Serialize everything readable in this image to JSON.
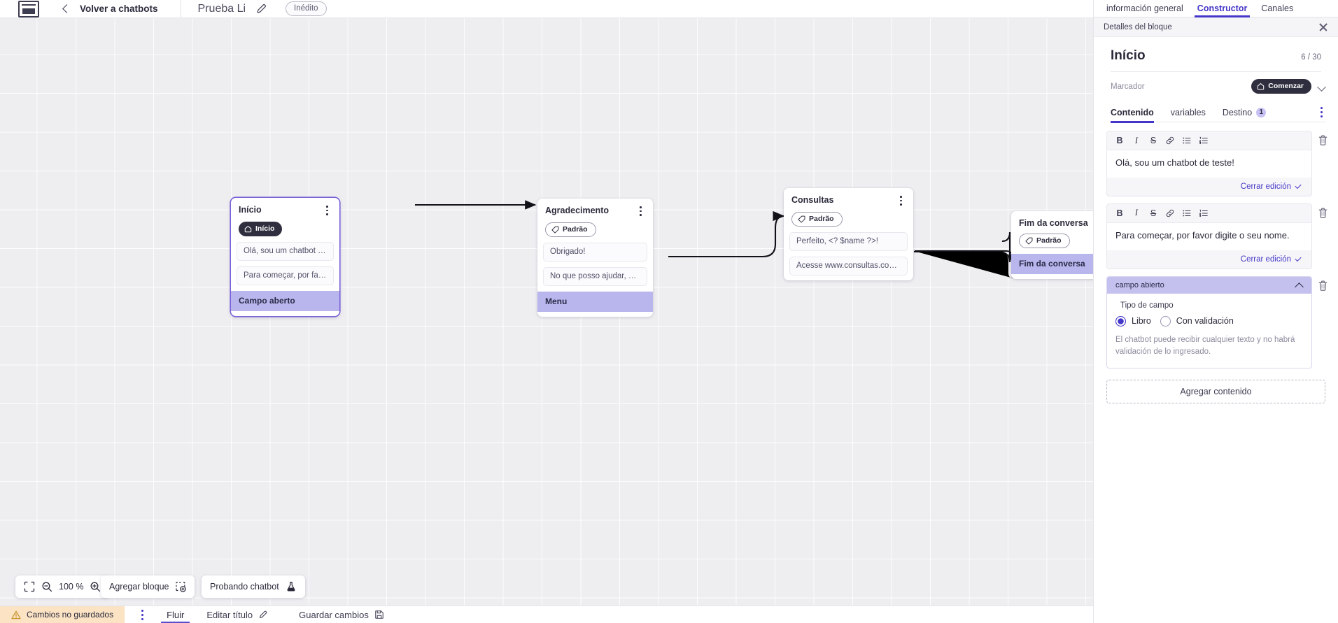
{
  "topbar": {
    "logo_name": "app-logo",
    "back_label": "Volver a chatbots",
    "bot_title": "Prueba Li",
    "status_chip": "Inédito"
  },
  "canvas": {
    "zoom_percent": "100 %",
    "add_block_label": "Agregar bloque",
    "test_bot_label": "Probando chatbot",
    "nodes": [
      {
        "title": "Início",
        "badge": "Início",
        "badge_type": "start",
        "messages": [
          "Olá, sou um chatbot de teste!",
          "Para começar, por favor digite o ..."
        ],
        "field": "Campo aberto",
        "selected": true
      },
      {
        "title": "Agradecimento",
        "badge": "Padrão",
        "badge_type": "default",
        "messages": [
          "Obrigado!",
          "No que posso ajudar, <? $name ..."
        ],
        "field": "Menu",
        "selected": false
      },
      {
        "title": "Consultas",
        "badge": "Padrão",
        "badge_type": "default",
        "messages": [
          "Perfeito, <? $name ?>!",
          "Acesse www.consultas.com par..."
        ],
        "field": null,
        "selected": false
      },
      {
        "title": "Fim da conversa",
        "badge": "Padrão",
        "badge_type": "default",
        "messages": [],
        "field": "Fim da conversa",
        "selected": false
      }
    ]
  },
  "statusbar": {
    "unsaved_label": "Cambios no guardados",
    "items": [
      {
        "label": "Fluir",
        "active": true
      },
      {
        "label": "Editar título",
        "active": false
      },
      {
        "label": "Guardar cambios",
        "active": false
      }
    ]
  },
  "panel": {
    "tabs": [
      {
        "label": "información general",
        "active": false
      },
      {
        "label": "Constructor",
        "active": true
      },
      {
        "label": "Canales",
        "active": false
      }
    ],
    "subheader": "Detalles del bloque",
    "block_title": "Início",
    "block_count": "6 / 30",
    "marker_label": "Marcador",
    "marker_value": "Comenzar",
    "content_tabs": [
      {
        "label": "Contenido",
        "active": true,
        "badge": null
      },
      {
        "label": "variables",
        "active": false,
        "badge": null
      },
      {
        "label": "Destino",
        "active": false,
        "badge": "1"
      }
    ],
    "rich_toolbar": [
      "B",
      "I",
      "S",
      "link",
      "bullet-list",
      "numbered-list"
    ],
    "blocks": [
      {
        "text": "Olá, sou um chatbot de teste!",
        "close_label": "Cerrar edición"
      },
      {
        "text": "Para começar, por favor digite o seu nome.",
        "close_label": "Cerrar edición"
      }
    ],
    "field_block": {
      "header": "campo abierto",
      "type_label": "Tipo de campo",
      "options": [
        {
          "label": "Libro",
          "selected": true
        },
        {
          "label": "Con validación",
          "selected": false
        }
      ],
      "help": "El chatbot puede recibir cualquier texto y no habrá validación de lo ingresado."
    },
    "add_content_label": "Agregar contenido"
  },
  "colors": {
    "accent": "#4436c8",
    "selected_node_border": "#7b61d8",
    "field_row": "#b8b6ec",
    "field_header": "#c5c1ef",
    "warning_bg": "#fbe3c4",
    "dark_badge": "#2e2e3e"
  }
}
